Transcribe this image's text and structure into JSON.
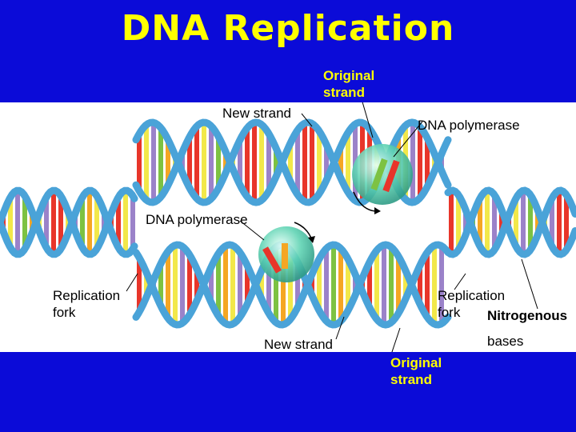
{
  "title": "DNA Replication",
  "labels": {
    "original_strand_top": [
      "Original",
      "strand"
    ],
    "original_strand_bottom": [
      "Original",
      "strand"
    ],
    "new_strand_top": "New strand",
    "new_strand_bottom": "New strand",
    "dna_polymerase_top": "DNA polymerase",
    "dna_polymerase_middle": "DNA polymerase",
    "replication_fork_left": [
      "Replication",
      "fork"
    ],
    "replication_fork_right": [
      "Replication",
      "fork"
    ],
    "nitrogenous_bases": [
      "Nitrogenous",
      "bases"
    ]
  },
  "colors": {
    "background": "#0b0bd8",
    "title": "#ffff00",
    "backbone": "#4aa3d8",
    "base_red": "#e8352a",
    "base_orange": "#f5a623",
    "base_yellow": "#f2e84a",
    "base_green": "#7dc242",
    "base_purple": "#9b82c9",
    "polymerase": "#5fd3b3"
  }
}
